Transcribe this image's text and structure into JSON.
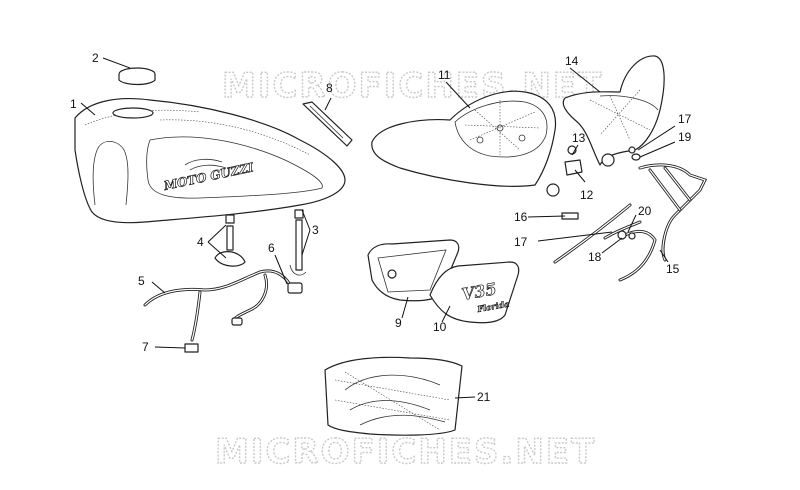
{
  "watermark": "MICROFICHES.NET",
  "tank_brand": "MOTO GUZZI",
  "side_cover_text": [
    "V35",
    "Florida"
  ],
  "callouts": [
    "1",
    "2",
    "3",
    "4",
    "5",
    "6",
    "7",
    "8",
    "9",
    "10",
    "11",
    "12",
    "13",
    "14",
    "15",
    "16",
    "17",
    "18",
    "19",
    "20",
    "21"
  ]
}
